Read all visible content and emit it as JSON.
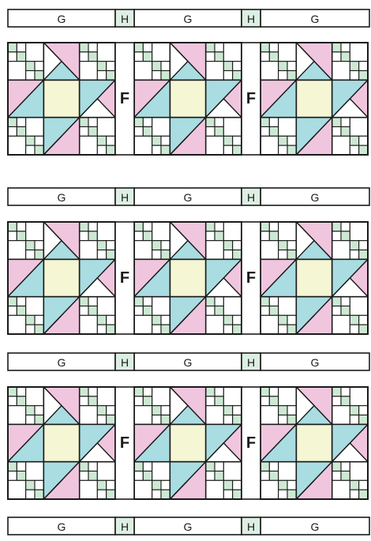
{
  "labels": {
    "sashing_long": "G",
    "cornerstone": "H",
    "sashing_vertical": "F"
  },
  "colors": {
    "outline": "#1a1a1a",
    "background": "#ffffff",
    "blue_point": "#a9dde2",
    "pink_point": "#f0c6de",
    "center": "#f5f7d4",
    "cornerstone_fill": "#dcefe2",
    "checker_green": "#cde9d3",
    "checker_white": "#ffffff"
  },
  "layout_grid": {
    "sashing_rows": 4,
    "block_rows": 3,
    "blocks_per_row": 3,
    "vertical_sashing_per_row": 2,
    "cornerstones_per_sashing_row": 2
  }
}
